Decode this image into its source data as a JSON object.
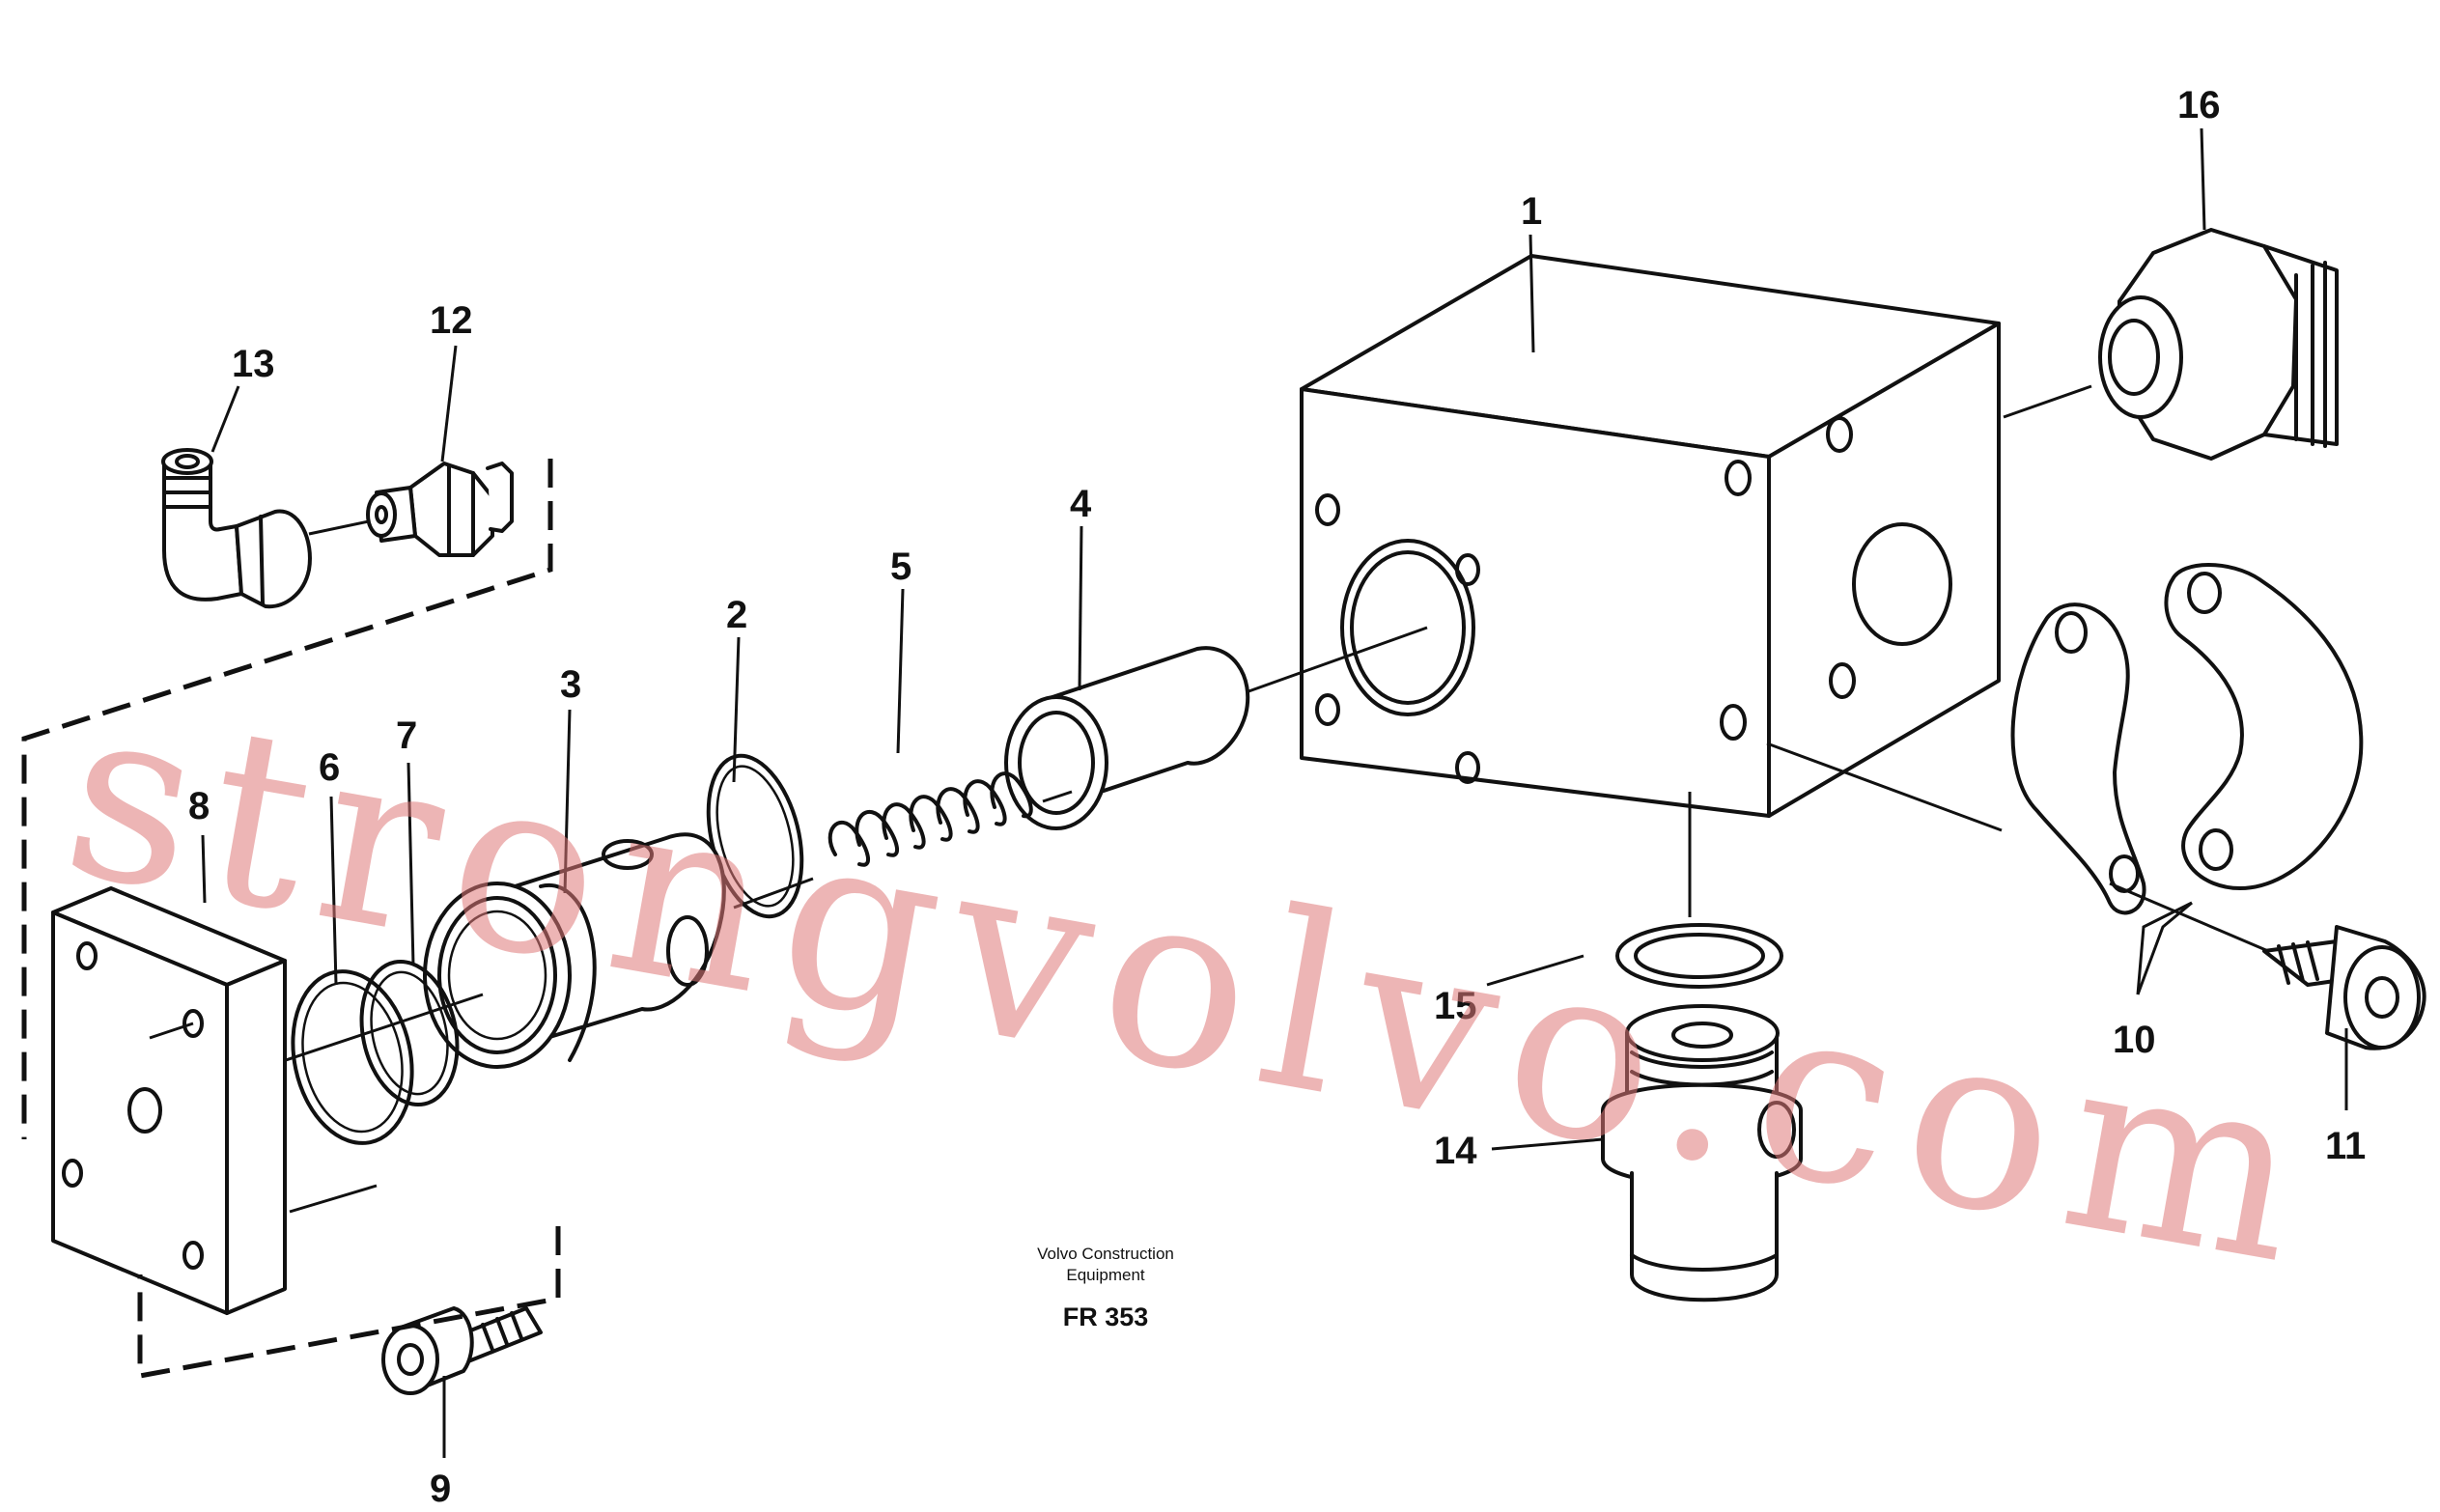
{
  "callouts": {
    "c1": "1",
    "c2": "2",
    "c3": "3",
    "c4": "4",
    "c5": "5",
    "c6": "6",
    "c7": "7",
    "c8": "8",
    "c9": "9",
    "c10": "10",
    "c11": "11",
    "c12": "12",
    "c13": "13",
    "c14": "14",
    "c15": "15",
    "c16": "16"
  },
  "caption": {
    "line1": "Volvo Construction",
    "line2": "Equipment",
    "code": "FR 353"
  },
  "watermark": "strongvolvo.com"
}
